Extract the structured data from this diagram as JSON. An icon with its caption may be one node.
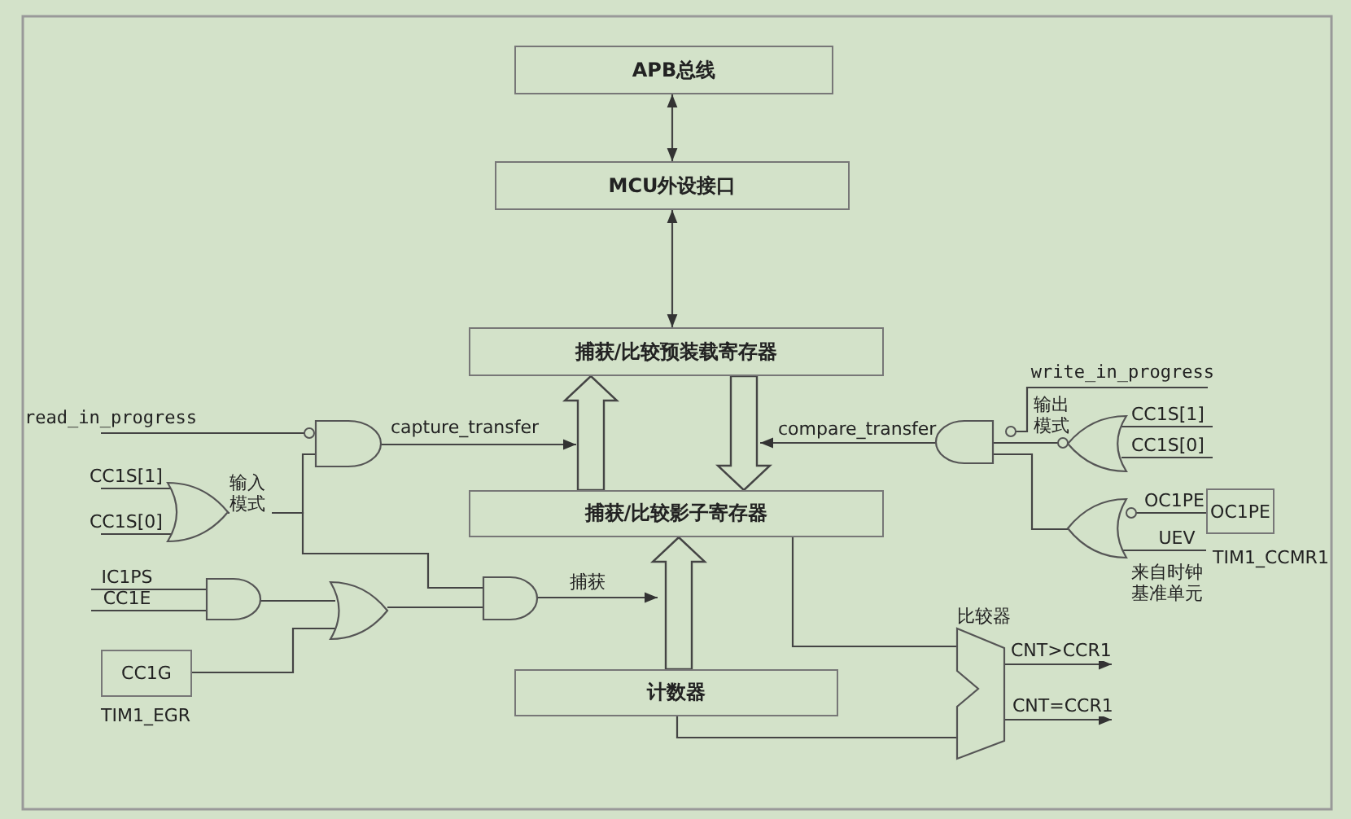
{
  "diagram": {
    "nodes": [
      {
        "text": [
          "APB总线"
        ]
      },
      {
        "text": [
          "MCU外设接口"
        ]
      },
      {
        "text": [
          "捕获/比较预装载寄存器"
        ]
      },
      {
        "text": [
          "write_in_progress"
        ]
      },
      {
        "text": [
          "read_in_progress"
        ]
      },
      {
        "text": [],
        "shape": "gate"
      },
      {
        "text": [],
        "shape": "gate"
      },
      {
        "text": [],
        "shape": "gate"
      },
      {
        "text": [
          "CC1S[1]"
        ]
      },
      {
        "text": [
          "CC1S[0]"
        ]
      },
      {
        "text": [
          "CC1S[1]"
        ]
      },
      {
        "text": [
          "CC1S[0]"
        ]
      },
      {
        "text": [],
        "shape": "gate"
      },
      {
        "text": [
          "捕获/比较影子寄存器"
        ]
      },
      {
        "text": [
          "OC1PE"
        ],
        "beside": [
          "TIM1_CCMR1"
        ]
      },
      {
        "text": [],
        "shape": "gate"
      },
      {
        "text": [
          "UEV"
        ]
      },
      {
        "text": [
          "IC1PS"
        ]
      },
      {
        "text": [
          "CC1E"
        ]
      },
      {
        "text": [],
        "shape": "gate"
      },
      {
        "text": [],
        "shape": "gate"
      },
      {
        "text": [],
        "shape": "gate"
      },
      {
        "text": [
          "CC1G"
        ],
        "beside": [
          "TIM1_EGR"
        ]
      },
      {
        "text": [
          "比较器"
        ]
      },
      {
        "text": [
          "计数器"
        ]
      }
    ],
    "edges": [
      {
        "from": 0,
        "to": 1,
        "arrow": "both"
      },
      {
        "from": 1,
        "to": 2,
        "arrow": "both"
      },
      {
        "from": 13,
        "to": 2,
        "arrow": "to",
        "style": "thick"
      },
      {
        "from": 2,
        "to": 13,
        "arrow": "to",
        "style": "thick"
      },
      {
        "from": 24,
        "to": 13,
        "arrow": "to",
        "style": "thick"
      },
      {
        "from": 4,
        "to": 5,
        "arrow": "none"
      },
      {
        "from": 12,
        "to": 5,
        "arrow": "none",
        "label": "输入模式"
      },
      {
        "from": 12,
        "to": 21,
        "arrow": "none"
      },
      {
        "from": 10,
        "to": 12,
        "arrow": "none"
      },
      {
        "from": 11,
        "to": 12,
        "arrow": "none"
      },
      {
        "from": 5,
        "to": null,
        "arrow": "to",
        "label": "capture_transfer"
      },
      {
        "from": 3,
        "to": 6,
        "arrow": "none"
      },
      {
        "from": 7,
        "to": 6,
        "arrow": "none",
        "label": "输出模式"
      },
      {
        "from": 15,
        "to": 6,
        "arrow": "none"
      },
      {
        "from": 8,
        "to": 7,
        "arrow": "none"
      },
      {
        "from": 9,
        "to": 7,
        "arrow": "none"
      },
      {
        "from": 14,
        "to": 15,
        "arrow": "none",
        "label": "OC1PE"
      },
      {
        "from": 16,
        "to": 15,
        "arrow": "none"
      },
      {
        "from": 6,
        "to": null,
        "arrow": "to",
        "label": "compare_transfer"
      },
      {
        "from": 17,
        "to": 19,
        "arrow": "none"
      },
      {
        "from": 18,
        "to": 19,
        "arrow": "none"
      },
      {
        "from": 19,
        "to": 20,
        "arrow": "none"
      },
      {
        "from": 22,
        "to": 20,
        "arrow": "none"
      },
      {
        "from": 20,
        "to": 21,
        "arrow": "none"
      },
      {
        "from": 21,
        "to": null,
        "arrow": "to",
        "label": "捕获"
      },
      {
        "from": 13,
        "to": 23,
        "arrow": "none"
      },
      {
        "from": 24,
        "to": 23,
        "arrow": "none"
      },
      {
        "from": 23,
        "to": null,
        "arrow": "to",
        "label": "CNT>CCR1"
      },
      {
        "from": 23,
        "to": null,
        "arrow": "to",
        "label": "CNT=CCR1"
      }
    ],
    "labels": [
      "来自时钟基准单元"
    ]
  }
}
